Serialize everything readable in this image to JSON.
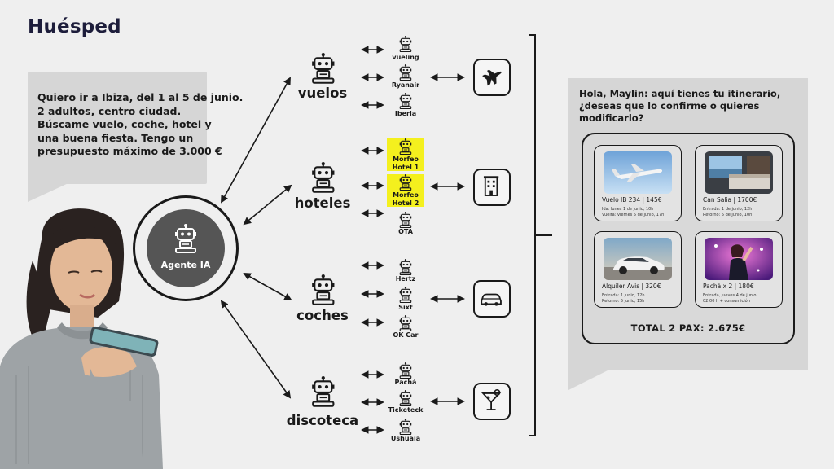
{
  "header": {
    "title": "Huésped"
  },
  "request": {
    "lines": [
      "Quiero ir a Ibiza, del 1 al 5 de junio.",
      "2 adultos, centro ciudad.",
      "Búscame vuelo, coche, hotel y",
      "una buena fiesta. Tengo un",
      "presupuesto máximo de 3.000 €"
    ]
  },
  "agent": {
    "label": "Agente IA"
  },
  "categories": [
    {
      "label": "vuelos",
      "icon": "plane-icon",
      "providers": [
        "vueling",
        "Ryanair",
        "Iberia"
      ]
    },
    {
      "label": "hoteles",
      "icon": "hotel-icon",
      "providers": [
        "Morfeo Hotel 1",
        "Morfeo Hotel 2",
        "OTA"
      ]
    },
    {
      "label": "coches",
      "icon": "car-icon",
      "providers": [
        "Hertz",
        "Sixt",
        "OK Car"
      ]
    },
    {
      "label": "discoteca",
      "icon": "cocktail-icon",
      "providers": [
        "Pachá",
        "Ticketeck",
        "Ushuaia"
      ]
    }
  ],
  "highlight_color": "#f4f01e",
  "response": {
    "lines": [
      "Hola, Maylin: aquí tienes tu itinerario,",
      "¿deseas que lo confirme o quieres",
      "modificarlo?"
    ],
    "cards": [
      {
        "title": "Vuelo IB 234  |  145€",
        "details": [
          "Ida: lunes 1 de junio, 10h",
          "Vuelta: viernes 5 de junio, 17h"
        ]
      },
      {
        "title": "Can Salia |  1700€",
        "details": [
          "Entrada: 1 de junio, 12h",
          "Retorno: 5 de junio, 10h"
        ]
      },
      {
        "title": "Alquiler Avis  |  320€",
        "details": [
          "Entrada: 1 junio, 12h",
          "Retorno: 5 junio, 15h"
        ]
      },
      {
        "title": "Pachá x 2  |  180€",
        "details": [
          "Entrada, jueves 4 de junio",
          "02:00 h + consumición"
        ]
      }
    ],
    "total": "TOTAL 2 PAX: 2.675€"
  }
}
